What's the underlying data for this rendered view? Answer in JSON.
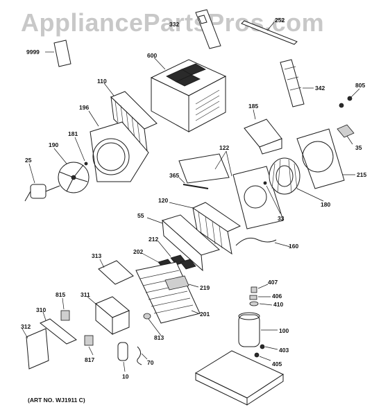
{
  "watermark": "AppliancePartsPros.com",
  "art_number": "(ART NO. WJ1911 C)",
  "labels": {
    "p9999": "9999",
    "p332": "332",
    "p252": "252",
    "p600": "600",
    "p342": "342",
    "p805": "805",
    "p110": "110",
    "p196": "196",
    "p185": "185",
    "p181": "181",
    "p35": "35",
    "p190": "190",
    "p122": "122",
    "p25": "25",
    "p215": "215",
    "p365": "365",
    "p180": "180",
    "p120": "120",
    "p55": "55",
    "p33": "33",
    "p160": "160",
    "p212": "212",
    "p202": "202",
    "p313": "313",
    "p219": "219",
    "p407": "407",
    "p311": "311",
    "p406": "406",
    "p815": "815",
    "p410": "410",
    "p310": "310",
    "p201": "201",
    "p312": "312",
    "p100": "100",
    "p813": "813",
    "p403": "403",
    "p817": "817",
    "p70": "70",
    "p405": "405",
    "p10": "10"
  }
}
